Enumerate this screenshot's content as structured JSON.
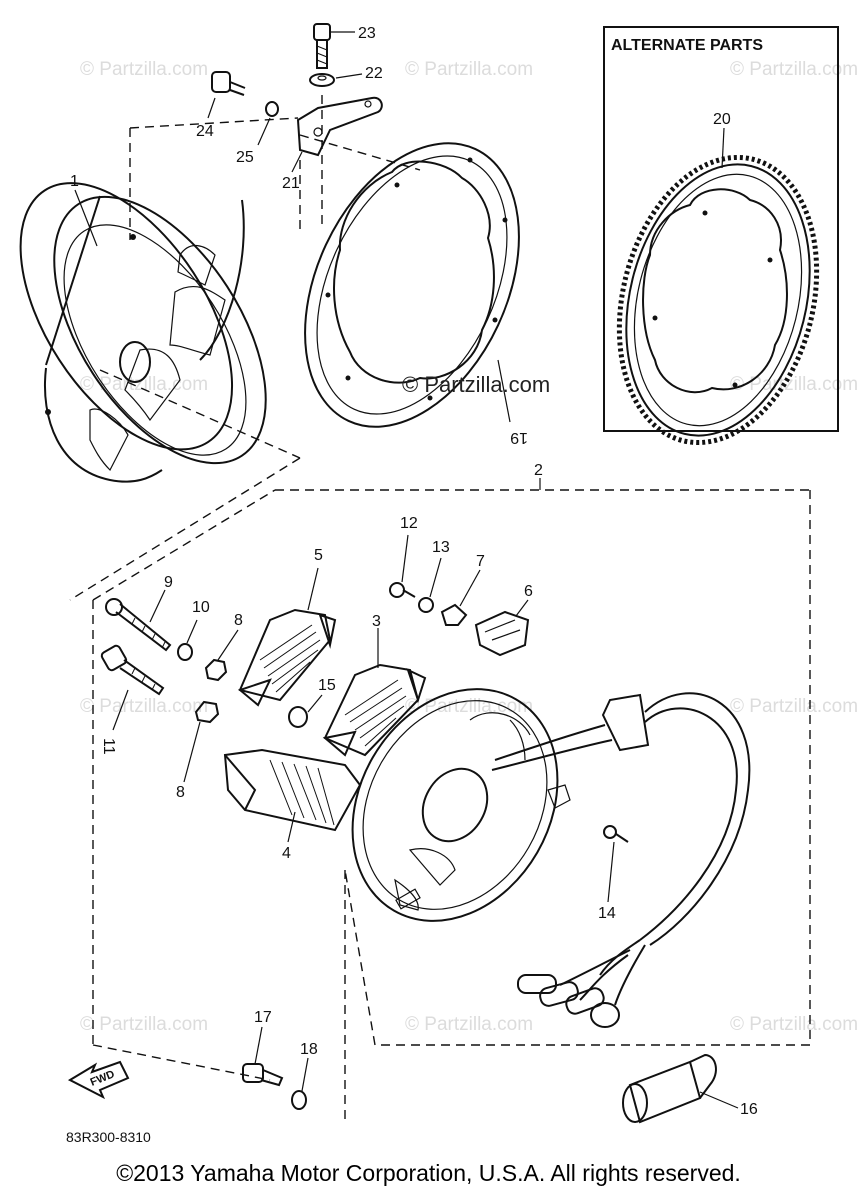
{
  "diagram": {
    "alternate_box_title": "ALTERNATE PARTS",
    "drawing_code": "83R300-8310",
    "fwd_label": "FWD",
    "watermark_text": "© Partzilla.com",
    "watermark_main": "© Partzilla.com",
    "callouts": {
      "c1": "1",
      "c2": "2",
      "c3": "3",
      "c4": "4",
      "c5": "5",
      "c6": "6",
      "c7": "7",
      "c8a": "8",
      "c8b": "8",
      "c9": "9",
      "c10": "10",
      "c11": "11",
      "c12": "12",
      "c13": "13",
      "c14": "14",
      "c15": "15",
      "c16": "16",
      "c17": "17",
      "c18": "18",
      "c19": "19",
      "c20": "20",
      "c21": "21",
      "c22": "22",
      "c23": "23",
      "c24": "24",
      "c25": "25"
    }
  },
  "copyright": "©2013 Yamaha Motor Corporation, U.S.A. All rights reserved."
}
